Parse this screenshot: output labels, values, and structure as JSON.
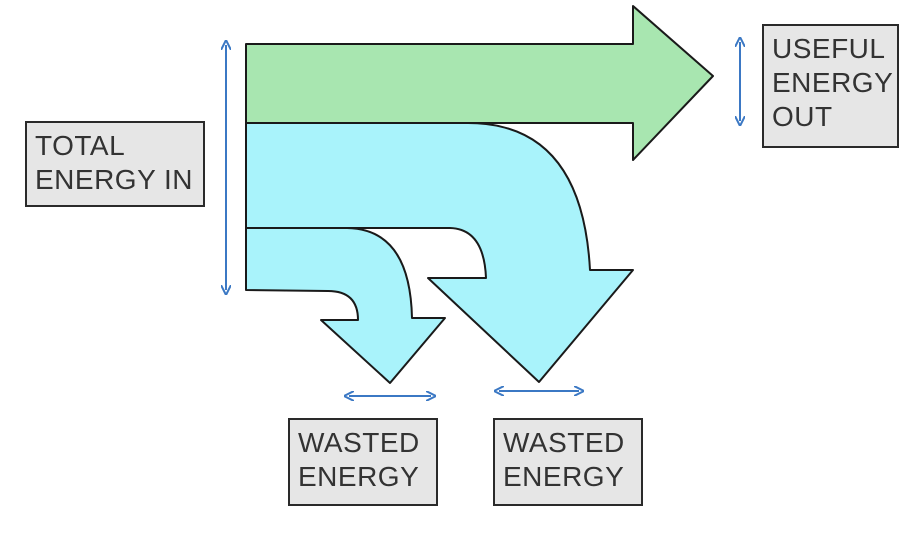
{
  "diagram": {
    "type": "sankey",
    "colors": {
      "useful_flow": "#a8e6b0",
      "wasted_flow": "#a9f3fb",
      "outline": "#1a1a1a",
      "dimension_arrow": "#3b78c4",
      "label_fill": "#e6e6e6"
    },
    "labels": {
      "total_in": [
        "TOTAL",
        "ENERGY IN"
      ],
      "useful_out": [
        "USEFUL",
        "ENERGY",
        "OUT"
      ],
      "wasted_1": [
        "WASTED",
        "ENERGY"
      ],
      "wasted_2": [
        "WASTED",
        "ENERGY"
      ]
    }
  }
}
